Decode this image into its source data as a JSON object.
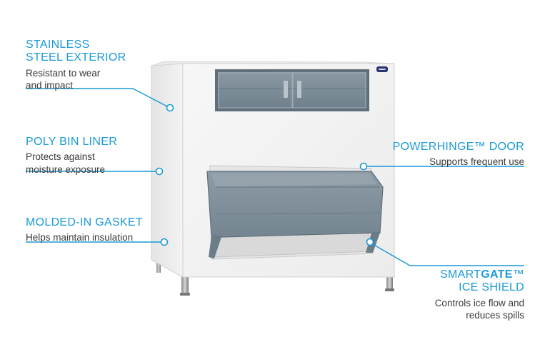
{
  "callouts": {
    "stainless": {
      "title_lines": [
        "STAINLESS",
        "STEEL EXTERIOR"
      ],
      "desc_lines": [
        "Resistant to wear",
        "and impact"
      ]
    },
    "liner": {
      "title": "POLY BIN LINER",
      "desc_lines": [
        "Protects against",
        "moisture exposure"
      ]
    },
    "gasket": {
      "title": "MOLDED-IN GASKET",
      "desc": "Helps maintain insulation"
    },
    "powerhinge": {
      "title": "POWERHINGE™ DOOR",
      "desc": "Supports frequent use"
    },
    "smartgate": {
      "title_prefix": "SMART",
      "title_bold": "GATE",
      "title_suffix": "™",
      "title_line2": "ICE SHIELD",
      "desc_lines": [
        "Controls ice flow and",
        "reduces spills"
      ]
    }
  },
  "colors": {
    "accent": "#1a9ad6",
    "text": "#3a3a3a",
    "door": "#7f8f9c",
    "body": "#f1f1f1"
  }
}
